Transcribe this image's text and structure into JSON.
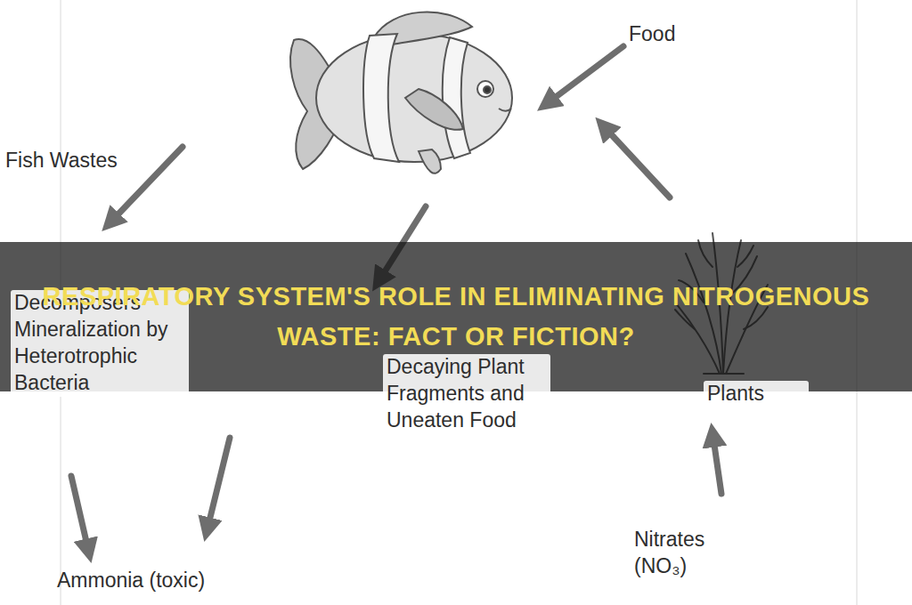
{
  "diagram": {
    "title": "RESPIRATORY SYSTEM'S ROLE IN ELIMINATING NITROGENOUS WASTE: FACT OR FICTION?",
    "labels": [
      "Food",
      "Fish Wastes",
      "Decomposers Mineralization by Heterotrophic Bacteria",
      "Decaying Plant Fragments and Uneaten Food",
      "Plants",
      "Ammonia (toxic)",
      "Nitrates (NO₃)"
    ]
  }
}
